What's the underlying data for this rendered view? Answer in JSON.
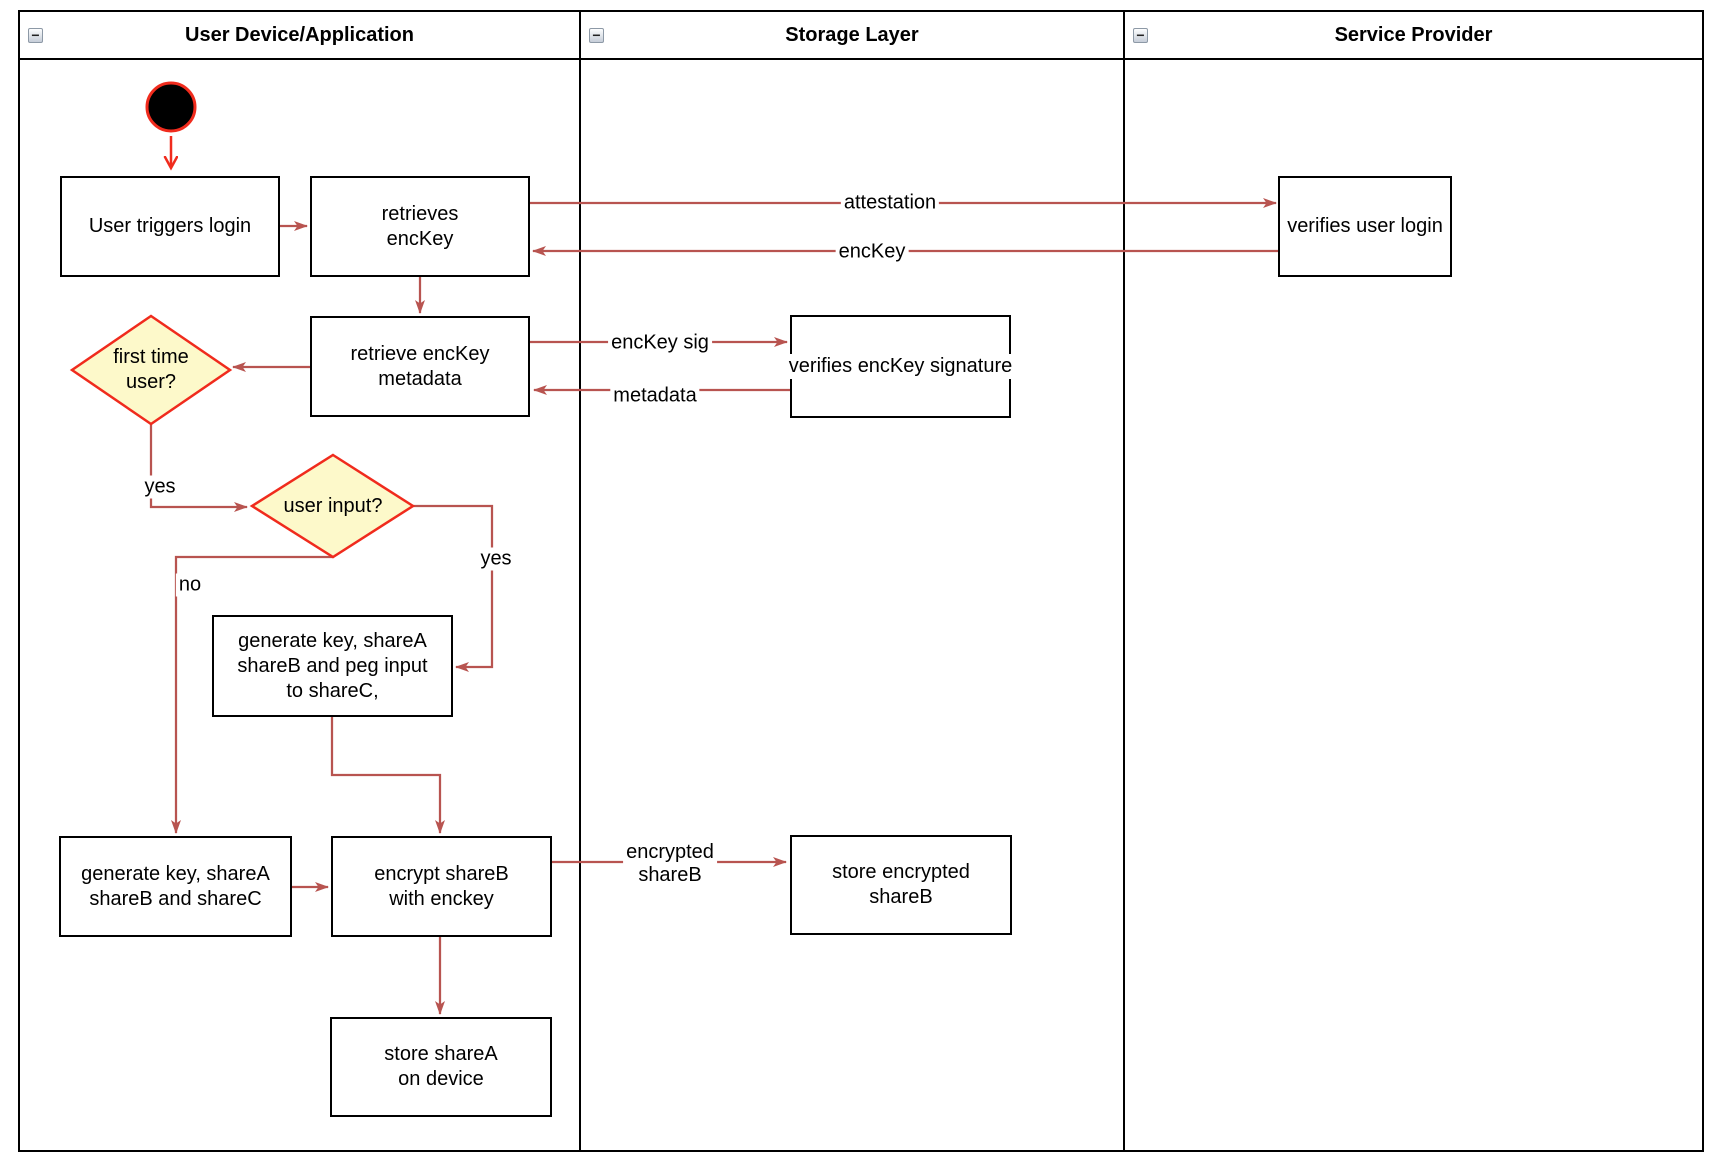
{
  "diagram": {
    "collapse_glyph": "−",
    "lanes": [
      {
        "title": "User Device/Application"
      },
      {
        "title": "Storage Layer"
      },
      {
        "title": "Service Provider"
      }
    ],
    "nodes": {
      "user_triggers_login": "User triggers login",
      "retrieves_enckey": "retrieves\nencKey",
      "retrieve_enckey_metadata": "retrieve encKey\nmetadata",
      "first_time_user": "first time\nuser?",
      "user_input": "user input?",
      "generate_key_peg_input": "generate key, shareA\nshareB and peg input\nto shareC,",
      "generate_key_sharec": "generate key, shareA\nshareB and shareC",
      "encrypt_shareb": "encrypt shareB\nwith enckey",
      "store_sharea": "store shareA\non device",
      "verifies_enckey_signature": "verifies encKey signature",
      "store_encrypted_shareb": "store encrypted\nshareB",
      "verifies_user_login": "verifies user login"
    },
    "edge_labels": {
      "attestation": "attestation",
      "enckey": "encKey",
      "enckey_sig": "encKey sig",
      "metadata": "metadata",
      "first_time_yes": "yes",
      "user_input_yes": "yes",
      "user_input_no": "no",
      "encrypted_shareb": "encrypted\nshareB"
    },
    "colors": {
      "arrow": "#B85450",
      "start_accent": "#F02B1D",
      "decision_fill": "#FDF9CA",
      "decision_border": "#F02B1D",
      "shape_border": "#000000",
      "shape_fill": "#FFFFFF",
      "text": "#000000"
    }
  }
}
